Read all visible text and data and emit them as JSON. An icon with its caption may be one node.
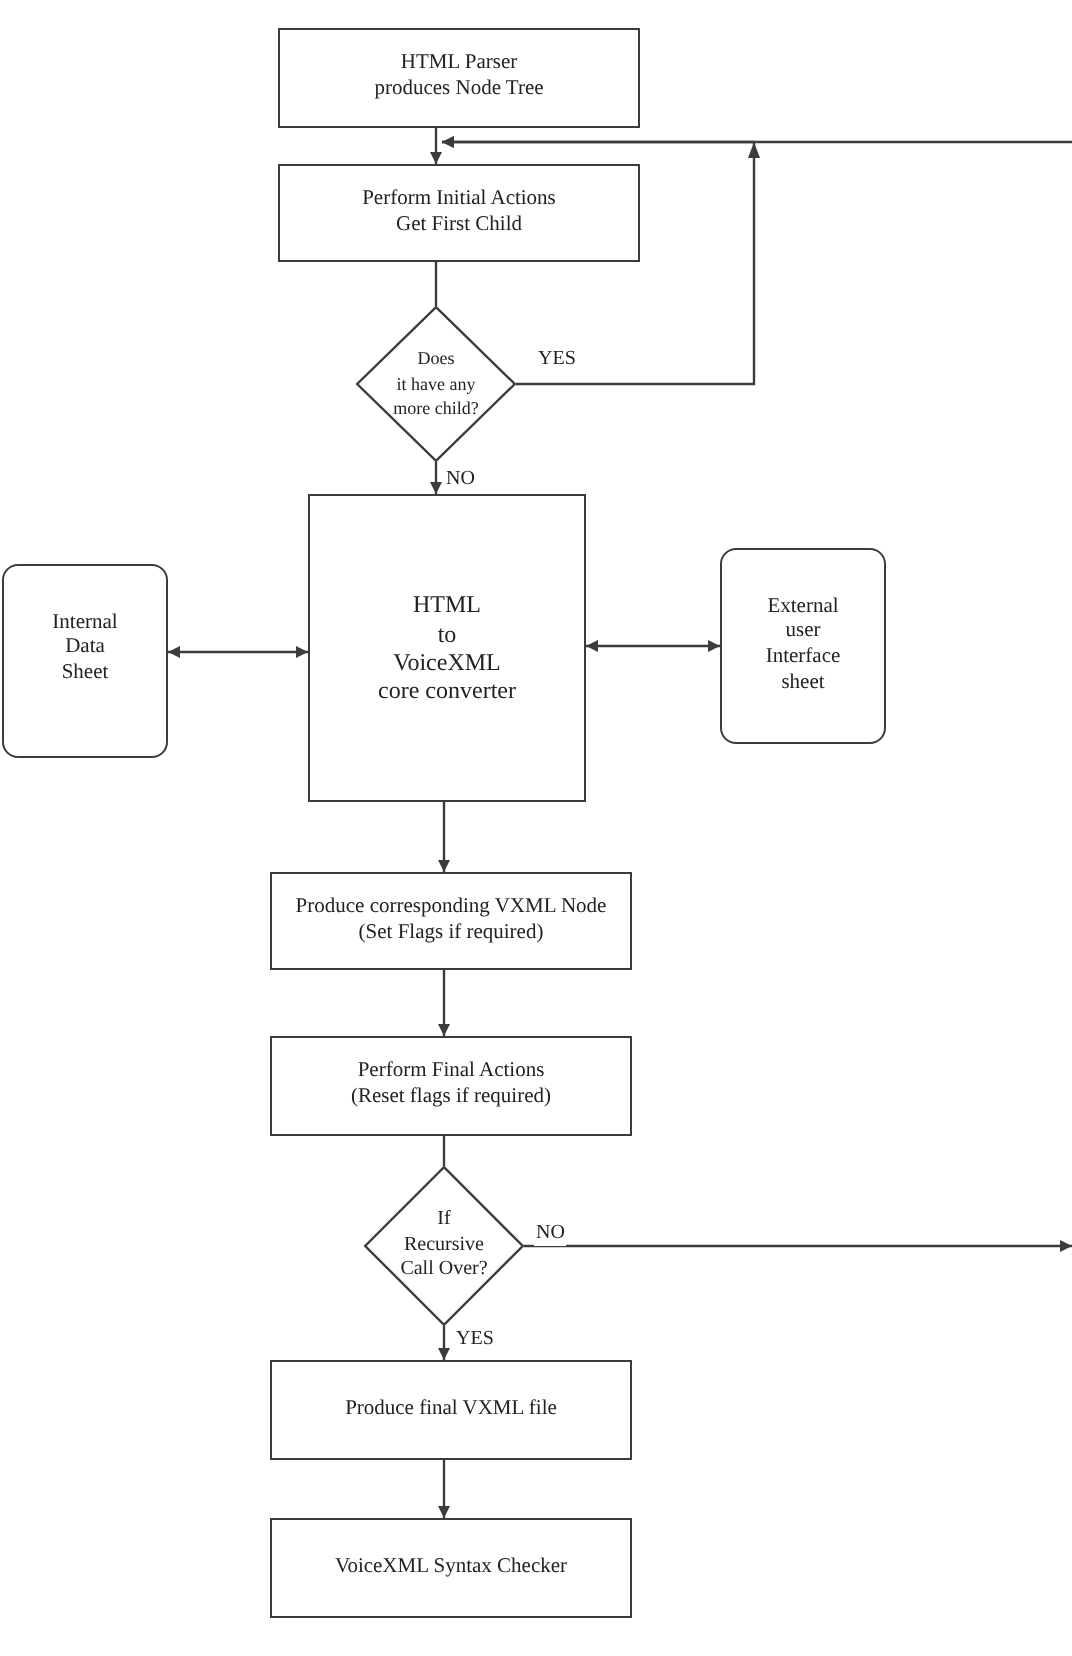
{
  "diagram": {
    "nodes": [
      {
        "text": [
          "HTML Parser produces Node Tree"
        ]
      },
      {
        "text": [
          "Perform Initial Actions Get First Child"
        ]
      },
      {
        "text": [
          "Does it have any more child?"
        ]
      },
      {
        "text": [
          "HTML to VoiceXML core converter"
        ]
      },
      {
        "text": [
          "Internal Data Sheet"
        ]
      },
      {
        "text": [
          "External user Interface sheet"
        ]
      },
      {
        "text": [
          "Produce corresponding VXML Node (Set Flags if required)"
        ]
      },
      {
        "text": [
          "Perform Final Actions (Reset flags if required)"
        ]
      },
      {
        "text": [
          "If Recursive Call Over?"
        ]
      },
      {
        "text": [
          "Produce final VXML file"
        ]
      },
      {
        "text": [
          "VoiceXML Syntax Checker"
        ]
      }
    ],
    "edges": [
      {
        "from": 0,
        "to": 1,
        "arrow": "to"
      },
      {
        "from": 1,
        "to": 2,
        "arrow": "none"
      },
      {
        "from": 2,
        "to": 1,
        "arrow": "to",
        "label": "YES"
      },
      {
        "from": null,
        "to": 1,
        "arrow": "to"
      },
      {
        "from": 2,
        "to": 3,
        "arrow": "to",
        "label": "NO"
      },
      {
        "from": 3,
        "to": 4,
        "arrow": "both"
      },
      {
        "from": 3,
        "to": 5,
        "arrow": "both"
      },
      {
        "from": 3,
        "to": 6,
        "arrow": "to"
      },
      {
        "from": 6,
        "to": 7,
        "arrow": "to"
      },
      {
        "from": 7,
        "to": 8,
        "arrow": "none"
      },
      {
        "from": 8,
        "to": null,
        "arrow": "to",
        "label": "NO"
      },
      {
        "from": 8,
        "to": 9,
        "arrow": "to",
        "label": "YES"
      },
      {
        "from": 9,
        "to": 10,
        "arrow": "to"
      }
    ]
  }
}
